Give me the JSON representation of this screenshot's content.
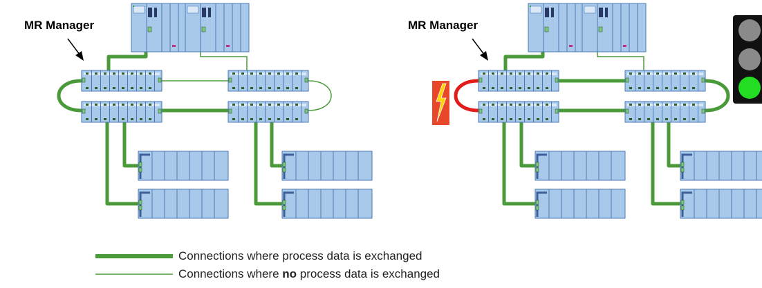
{
  "diagram": {
    "left_panel": {
      "manager_label": "MR Manager"
    },
    "right_panel": {
      "manager_label": "MR Manager",
      "status_light": {
        "lamps": [
          "off",
          "off",
          "on"
        ],
        "active_color": "#22dd22",
        "inactive_color": "#8a8a8a"
      },
      "fault_icon": "lightning-bolt-icon"
    },
    "colors": {
      "data_link": "#4a9a3a",
      "fault_link": "#e31b1b",
      "device_fill": "#a9c9ea",
      "device_stroke": "#4a79b5"
    }
  },
  "legend": {
    "thick_label": "Connections where process data is exchanged",
    "thin_label_pre": "Connections where ",
    "thin_label_bold": "no",
    "thin_label_post": " process data is exchanged"
  }
}
